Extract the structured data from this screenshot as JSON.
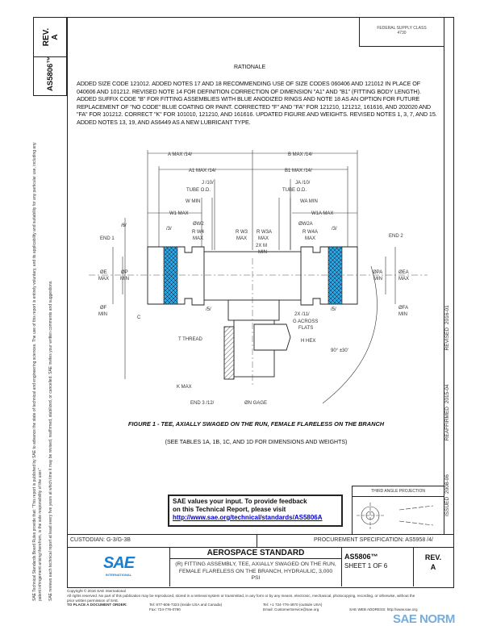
{
  "header": {
    "rev_label": "REV.",
    "rev_value": "A",
    "doc_number": "AS5806™",
    "federal_supply_class": "FEDERAL SUPPLY CLASS",
    "fsc_code": "4730"
  },
  "side_notice": [
    "SAE Technical Standards Board Rules provide that: \"This report is published by SAE to advance the state of technical and engineering sciences. The use of this report is entirely voluntary, and its applicability and suitability for any particular use, including any patent infringement arising therefrom, is the sole responsibility of the user.\"",
    "SAE reviews each technical report at least every five years at which time it may be revised, reaffirmed, stabilized, or cancelled. SAE invites your written comments and suggestions."
  ],
  "dates": {
    "issued": "ISSUED 2008-06",
    "reaffirmed": "REAFFIRMED 2015-04",
    "revised": "REVISED 2016-01"
  },
  "rationale": {
    "title": "RATIONALE",
    "text": "ADDED SIZE CODE 121012. ADDED NOTES 17 AND 18 RECOMMENDING USE OF SIZE CODES 060406 AND 121012 IN PLACE OF 040606 AND 101212. REVISED NOTE 14 FOR DEFINITION CORRECTION OF DIMENSION \"A1\" AND \"B1\" (FITTING BODY LENGTH). ADDED SUFFIX CODE \"B\" FOR FITTING ASSEMBLIES WITH BLUE ANODIZED RINGS AND NOTE 18 AS AN OPTION FOR FUTURE REPLACEMENT OF \"NO CODE\" BLUE COATING OR PAINT. CORRECTED \"F\" AND \"FA\" FOR 121210, 121212, 161616, AND 202020 AND \"FA\" FOR 101212. CORRECT \"K\" FOR 101010, 121210, AND 161616. UPDATED FIGURE AND WEIGHTS. REVISED NOTES 1, 3, 7, AND 15. ADDED NOTES 13, 19, AND AS6449 AS A NEW LUBRICANT TYPE."
  },
  "drawing": {
    "labels": {
      "a_max": "A MAX /14/",
      "b_max": "B MAX /14/",
      "a1_max": "A1 MAX /14/",
      "b1_max": "B1 MAX /14/",
      "j": "J /10/",
      "ja": "JA /10/",
      "tube_od": "TUBE O.D.",
      "tube_od_a": "TUBE O.D.",
      "w_min": "W MIN",
      "wa_min": "WA MIN",
      "w1_max": "W1 MAX",
      "w1a_max": "W1A MAX",
      "dw2": "ØW2",
      "dw2a": "ØW2A",
      "n6": "/6/",
      "n3": "/3/",
      "n3a": "/3/",
      "rw4": "R W4",
      "rw4m": "MAX",
      "rw3": "R W3",
      "rw3m": "MAX",
      "rw3a": "R W3A",
      "rw3am": "MAX",
      "rw4a": "R W4A",
      "rw4am": "MAX",
      "x2": "2X M",
      "x2m": "MIN",
      "end1": "END 1",
      "end2": "END 2",
      "de": "ØE",
      "dem": "MAX",
      "dp": "ØP",
      "dpm": "MIN",
      "dpa": "ØPA",
      "dpam": "MIN",
      "dea": "ØEA",
      "deam": "MAX",
      "df": "ØF",
      "dfm": "MIN",
      "dfa": "ØFA",
      "dfam": "MIN",
      "n5": "/5/",
      "n5a": "/5/",
      "c": "C",
      "n11": "2X /11/",
      "g": "G ACROSS",
      "gf": "FLATS",
      "t": "T THREAD",
      "h": "H HEX",
      "angle": "90° ±30'",
      "k": "K MAX",
      "end3": "END 3 /12/",
      "n": "ØN GAGE"
    },
    "band_color": "#2aa7e0"
  },
  "figure": {
    "caption": "FIGURE 1 - TEE, AXIALLY SWAGED ON THE RUN, FEMALE FLARELESS ON THE BRANCH",
    "subcaption": "(SEE TABLES 1A, 1B, 1C, AND 1D FOR DIMENSIONS AND WEIGHTS)"
  },
  "feedback": {
    "line1": "SAE values your input. To provide feedback",
    "line2": "on this Technical Report, please visit",
    "link": "http://www.sae.org/technical/standards/AS5806A"
  },
  "projection": {
    "label": "THIRD ANGLE PROJECTION"
  },
  "title_block": {
    "custodian": "CUSTODIAN: G-3/G-3B",
    "procurement": "PROCUREMENT SPECIFICATION: AS5958 /4/",
    "logo": "SAE",
    "logo_sub": "INTERNATIONAL",
    "standard_type": "AEROSPACE STANDARD",
    "title": "(R) FITTING ASSEMBLY, TEE, AXIALLY SWAGED ON THE RUN, FEMALE FLARELESS ON THE BRANCH, HYDRAULIC, 3,000 PSI",
    "doc_number": "AS5806™",
    "sheet": "SHEET 1 OF 6",
    "rev_label": "REV.",
    "rev_value": "A"
  },
  "footer": {
    "copyright": "Copyright © 2016 SAE International",
    "rights": "All rights reserved. No part of this publication may be reproduced, stored in a retrieval system or transmitted, in any form or by any means, electronic, mechanical, photocopying, recording, or otherwise, without the prior written permission of SAE.",
    "order_label": "TO PLACE A DOCUMENT ORDER:",
    "tel_us": "Tel: 877-606-7323 (inside USA and Canada)",
    "fax": "Fax: 724-776-0790",
    "tel_intl": "Tel: +1 724-776-4970 (outside USA)",
    "email": "Email: CustomerService@sae.org",
    "web": "SAE WEB ADDRESS: http://www.sae.org",
    "watermark": "SAE NORM"
  }
}
